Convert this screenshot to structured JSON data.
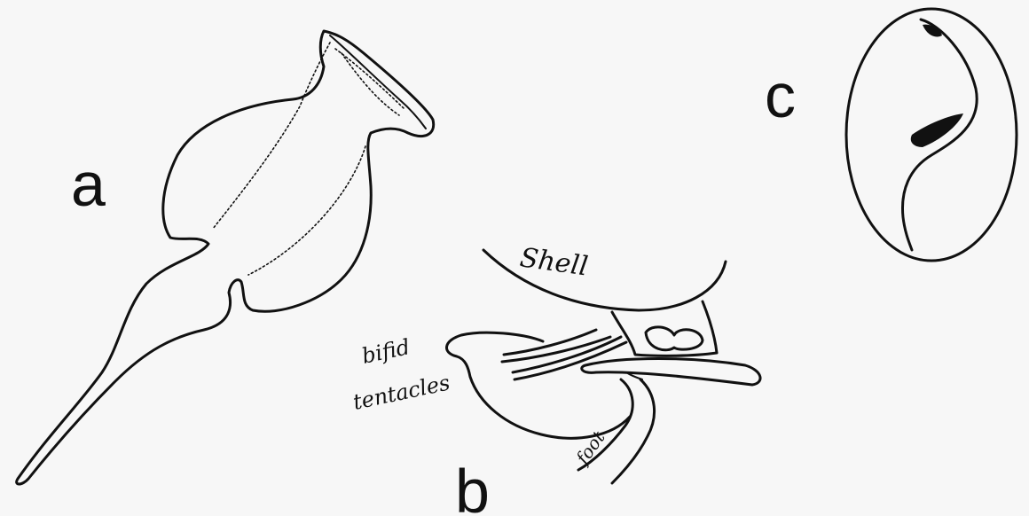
{
  "panels": [
    {
      "label": "a"
    },
    {
      "label": "b"
    },
    {
      "label": "c"
    }
  ],
  "annotations": {
    "shell": "Shell",
    "tentacles_line1": "bifid",
    "tentacles_line2": "tentacles",
    "foot": "foot"
  }
}
